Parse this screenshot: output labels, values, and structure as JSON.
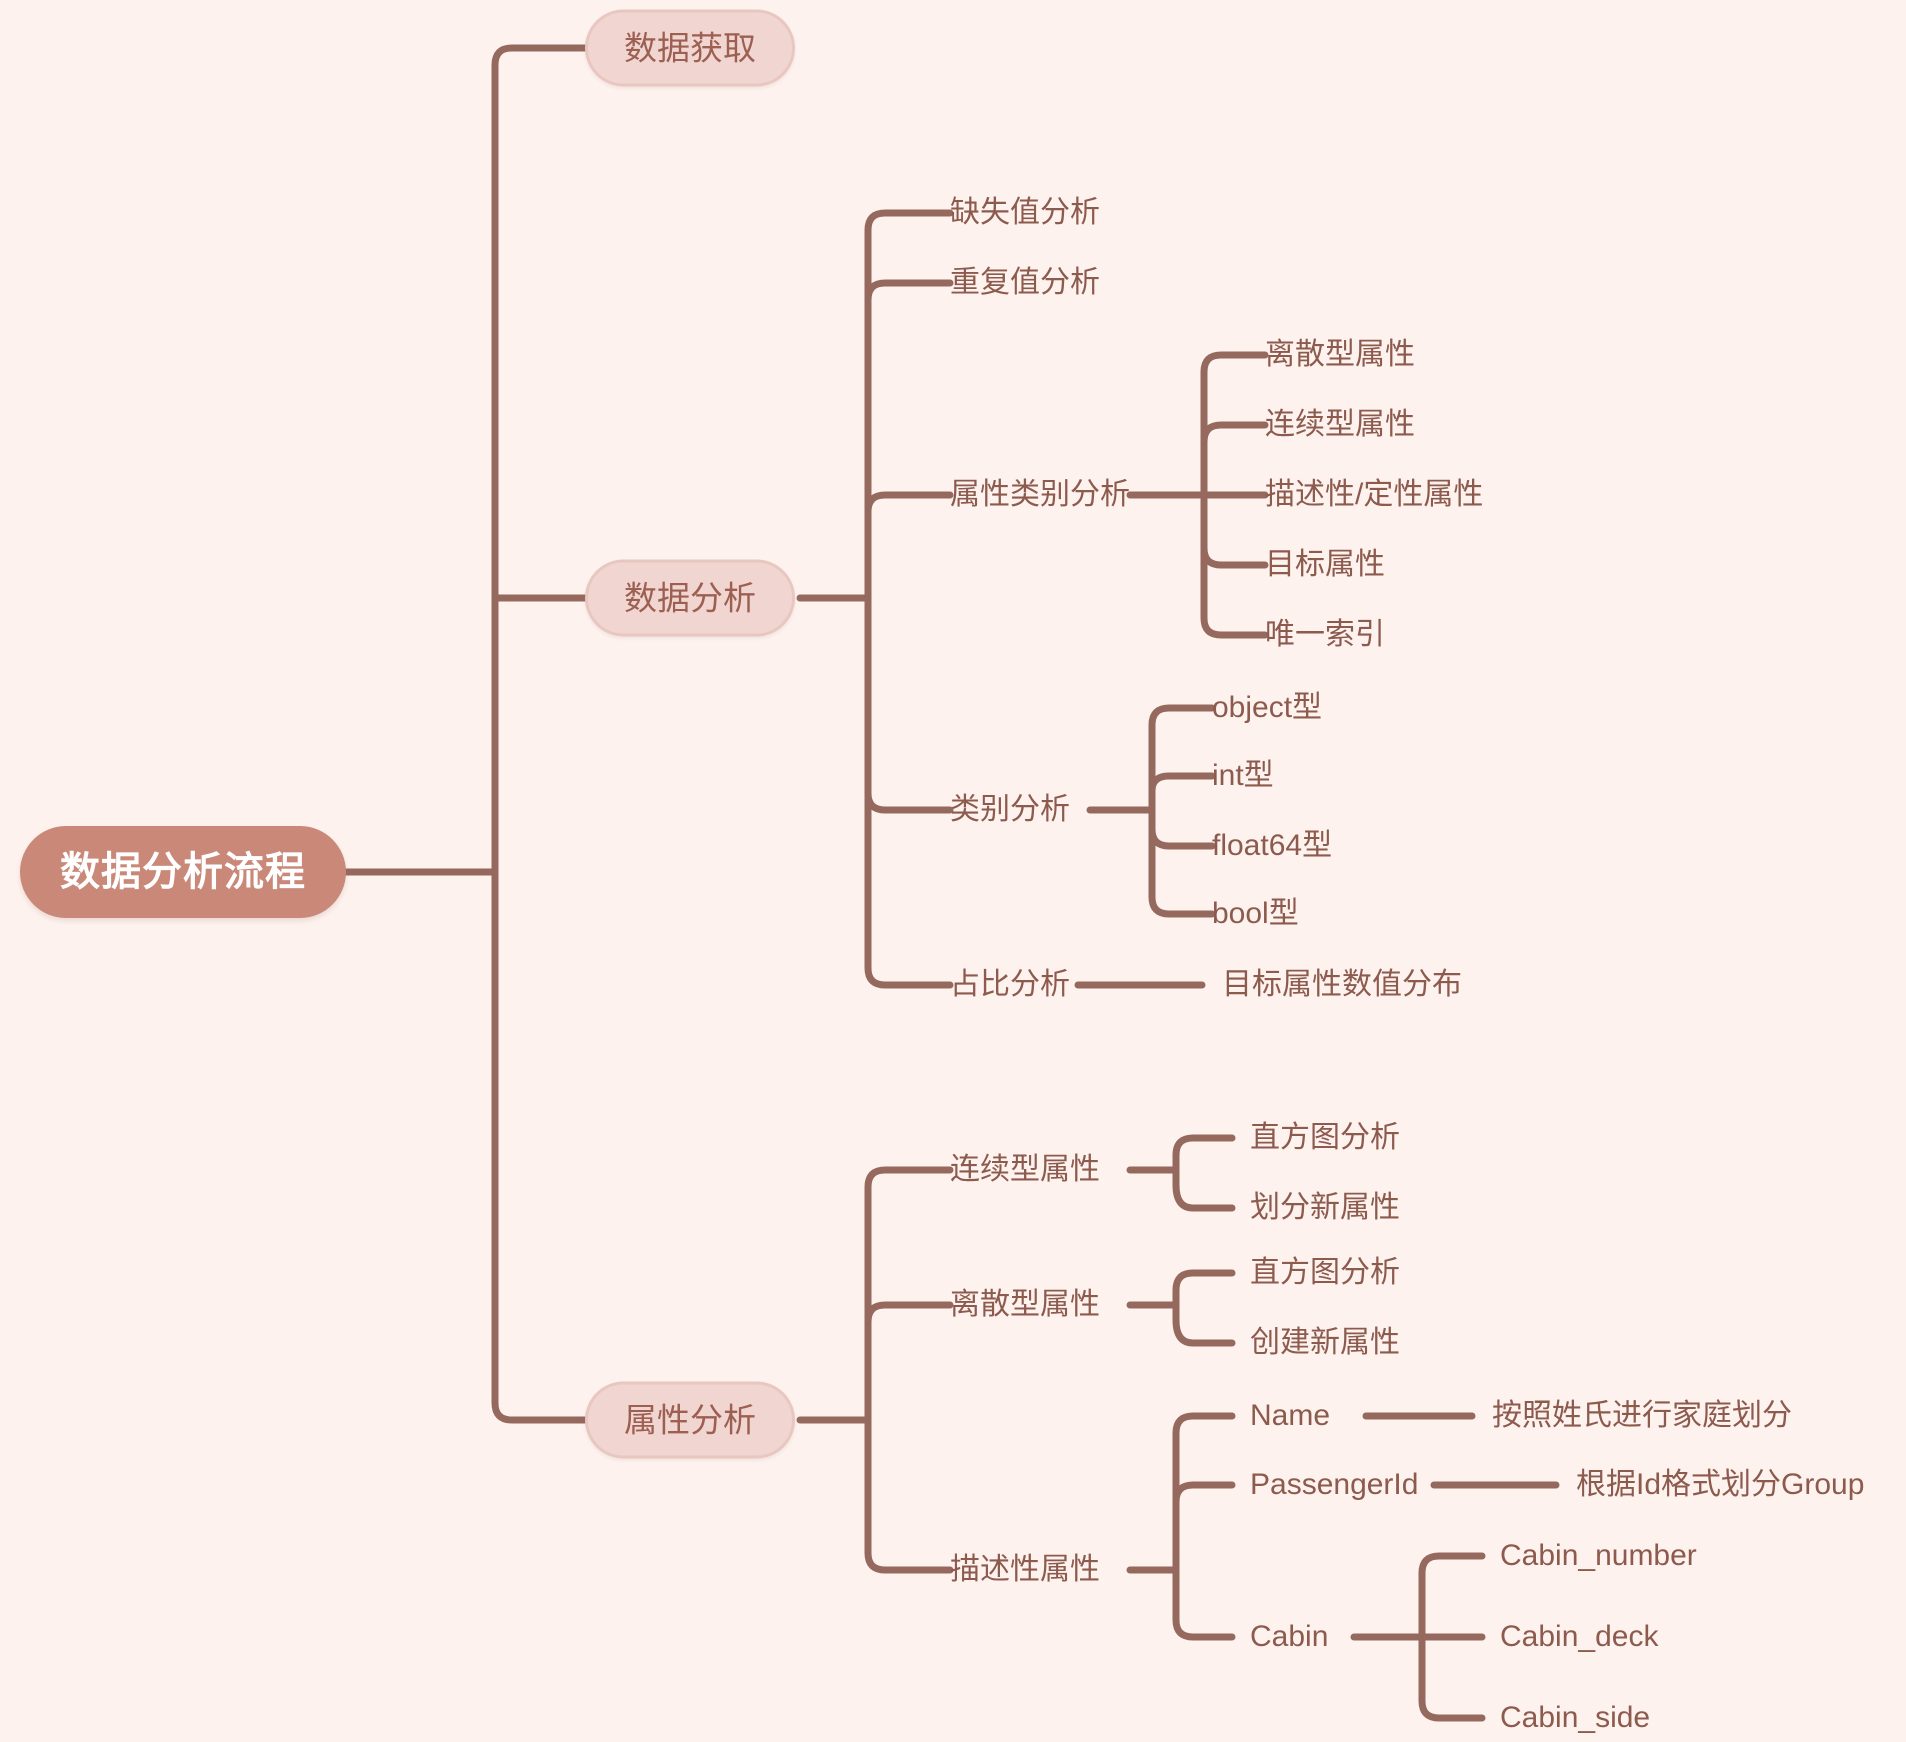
{
  "theme": {
    "background": "#fdf2ee",
    "line_color": "#96695f",
    "root_fill": "#c98878",
    "root_text": "#ffffff",
    "pill_fill": "#f0d5d0",
    "pill_border": "#e8c7c1",
    "pill_text": "#9c5f52",
    "leaf_text": "#8d5a4e"
  },
  "mindmap": {
    "root": "数据分析流程",
    "branches": [
      {
        "label": "数据获取",
        "children": []
      },
      {
        "label": "数据分析",
        "children": [
          {
            "label": "缺失值分析",
            "children": []
          },
          {
            "label": "重复值分析",
            "children": []
          },
          {
            "label": "属性类别分析",
            "children": [
              {
                "label": "离散型属性"
              },
              {
                "label": "连续型属性"
              },
              {
                "label": "描述性/定性属性"
              },
              {
                "label": "目标属性"
              },
              {
                "label": "唯一索引"
              }
            ]
          },
          {
            "label": "类别分析",
            "children": [
              {
                "label": "object型"
              },
              {
                "label": "int型"
              },
              {
                "label": "float64型"
              },
              {
                "label": "bool型"
              }
            ]
          },
          {
            "label": "占比分析",
            "children": [
              {
                "label": "目标属性数值分布"
              }
            ]
          }
        ]
      },
      {
        "label": "属性分析",
        "children": [
          {
            "label": "连续型属性",
            "children": [
              {
                "label": "直方图分析"
              },
              {
                "label": "划分新属性"
              }
            ]
          },
          {
            "label": "离散型属性",
            "children": [
              {
                "label": "直方图分析"
              },
              {
                "label": "创建新属性"
              }
            ]
          },
          {
            "label": "描述性属性",
            "children": [
              {
                "label": "Name",
                "children": [
                  {
                    "label": "按照姓氏进行家庭划分"
                  }
                ]
              },
              {
                "label": "PassengerId",
                "children": [
                  {
                    "label": "根据Id格式划分Group"
                  }
                ]
              },
              {
                "label": "Cabin",
                "children": [
                  {
                    "label": "Cabin_number"
                  },
                  {
                    "label": "Cabin_deck"
                  },
                  {
                    "label": "Cabin_side"
                  }
                ]
              }
            ]
          }
        ]
      }
    ]
  },
  "labels": {
    "root": "数据分析流程",
    "b0": "数据获取",
    "b1": "数据分析",
    "b2": "属性分析",
    "b1c0": "缺失值分析",
    "b1c1": "重复值分析",
    "b1c2": "属性类别分析",
    "b1c2g0": "离散型属性",
    "b1c2g1": "连续型属性",
    "b1c2g2": "描述性/定性属性",
    "b1c2g3": "目标属性",
    "b1c2g4": "唯一索引",
    "b1c3": "类别分析",
    "b1c3g0": "object型",
    "b1c3g1": "int型",
    "b1c3g2": "float64型",
    "b1c3g3": "bool型",
    "b1c4": "占比分析",
    "b1c4g0": "目标属性数值分布",
    "b2c0": "连续型属性",
    "b2c0g0": "直方图分析",
    "b2c0g1": "划分新属性",
    "b2c1": "离散型属性",
    "b2c1g0": "直方图分析",
    "b2c1g1": "创建新属性",
    "b2c2": "描述性属性",
    "b2c2g0": "Name",
    "b2c2g0h0": "按照姓氏进行家庭划分",
    "b2c2g1": "PassengerId",
    "b2c2g1h0": "根据Id格式划分Group",
    "b2c2g2": "Cabin",
    "b2c2g2h0": "Cabin_number",
    "b2c2g2h1": "Cabin_deck",
    "b2c2g2h2": "Cabin_side"
  }
}
